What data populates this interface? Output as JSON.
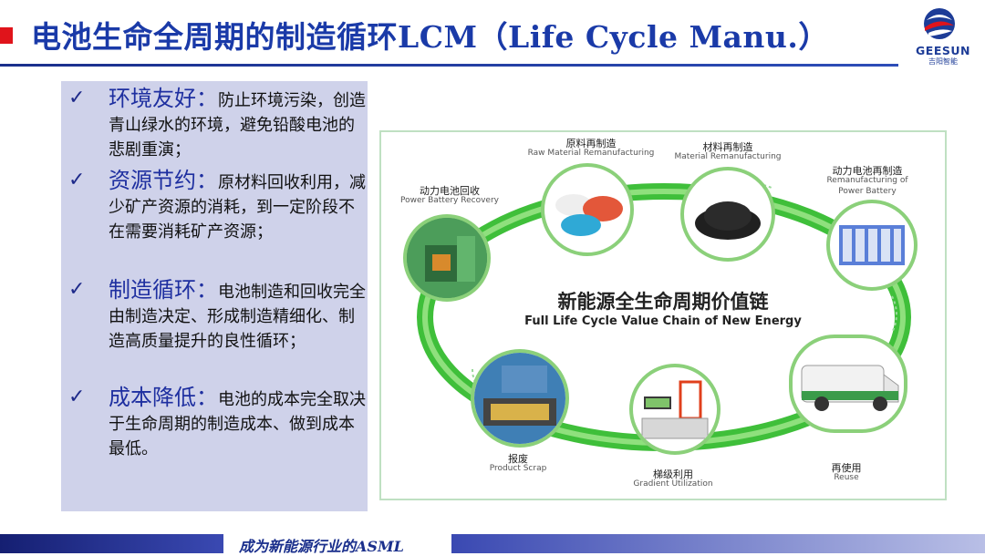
{
  "header": {
    "title": "电池生命全周期的制造循环LCM（Life Cycle Manu.）",
    "logo_name": "GEESUN",
    "logo_sub": "吉阳智能"
  },
  "bullets": [
    {
      "head": "环境友好：",
      "body": "防止环境污染，创造青山绿水的环境，避免铅酸电池的悲剧重演；"
    },
    {
      "head": "资源节约：",
      "body": "原材料回收利用，减少矿产资源的消耗，到一定阶段不在需要消耗矿产资源；"
    },
    {
      "head": "制造循环：",
      "body": "电池制造和回收完全由制造决定、形成制造精细化、制造高质量提升的良性循环；"
    },
    {
      "head": "成本降低：",
      "body": "电池的成本完全取决于生命周期的制造成本、做到成本最低。"
    }
  ],
  "diagram": {
    "center_cn": "新能源全生命周期价值链",
    "center_en": "Full Life Cycle Value Chain of New Energy",
    "nodes": [
      {
        "cn": "动力电池回收",
        "en": "Power Battery Recovery"
      },
      {
        "cn": "原料再制造",
        "en": "Raw Material Remanufacturing"
      },
      {
        "cn": "材料再制造",
        "en": "Material Remanufacturing"
      },
      {
        "cn": "动力电池再制造",
        "en": "Remanufacturing of",
        "en2": "Power Battery"
      },
      {
        "cn": "再使用",
        "en": "Reuse"
      },
      {
        "cn": "梯级利用",
        "en": "Gradient Utilization"
      },
      {
        "cn": "报废",
        "en": "Product Scrap"
      }
    ]
  },
  "footer": {
    "slogan": "成为新能源行业的ASML"
  },
  "colors": {
    "title": "#1a3aa8",
    "accent_red": "#e0141b",
    "panel": "#cfd2ea",
    "ring_green": "#3fbf3a"
  }
}
